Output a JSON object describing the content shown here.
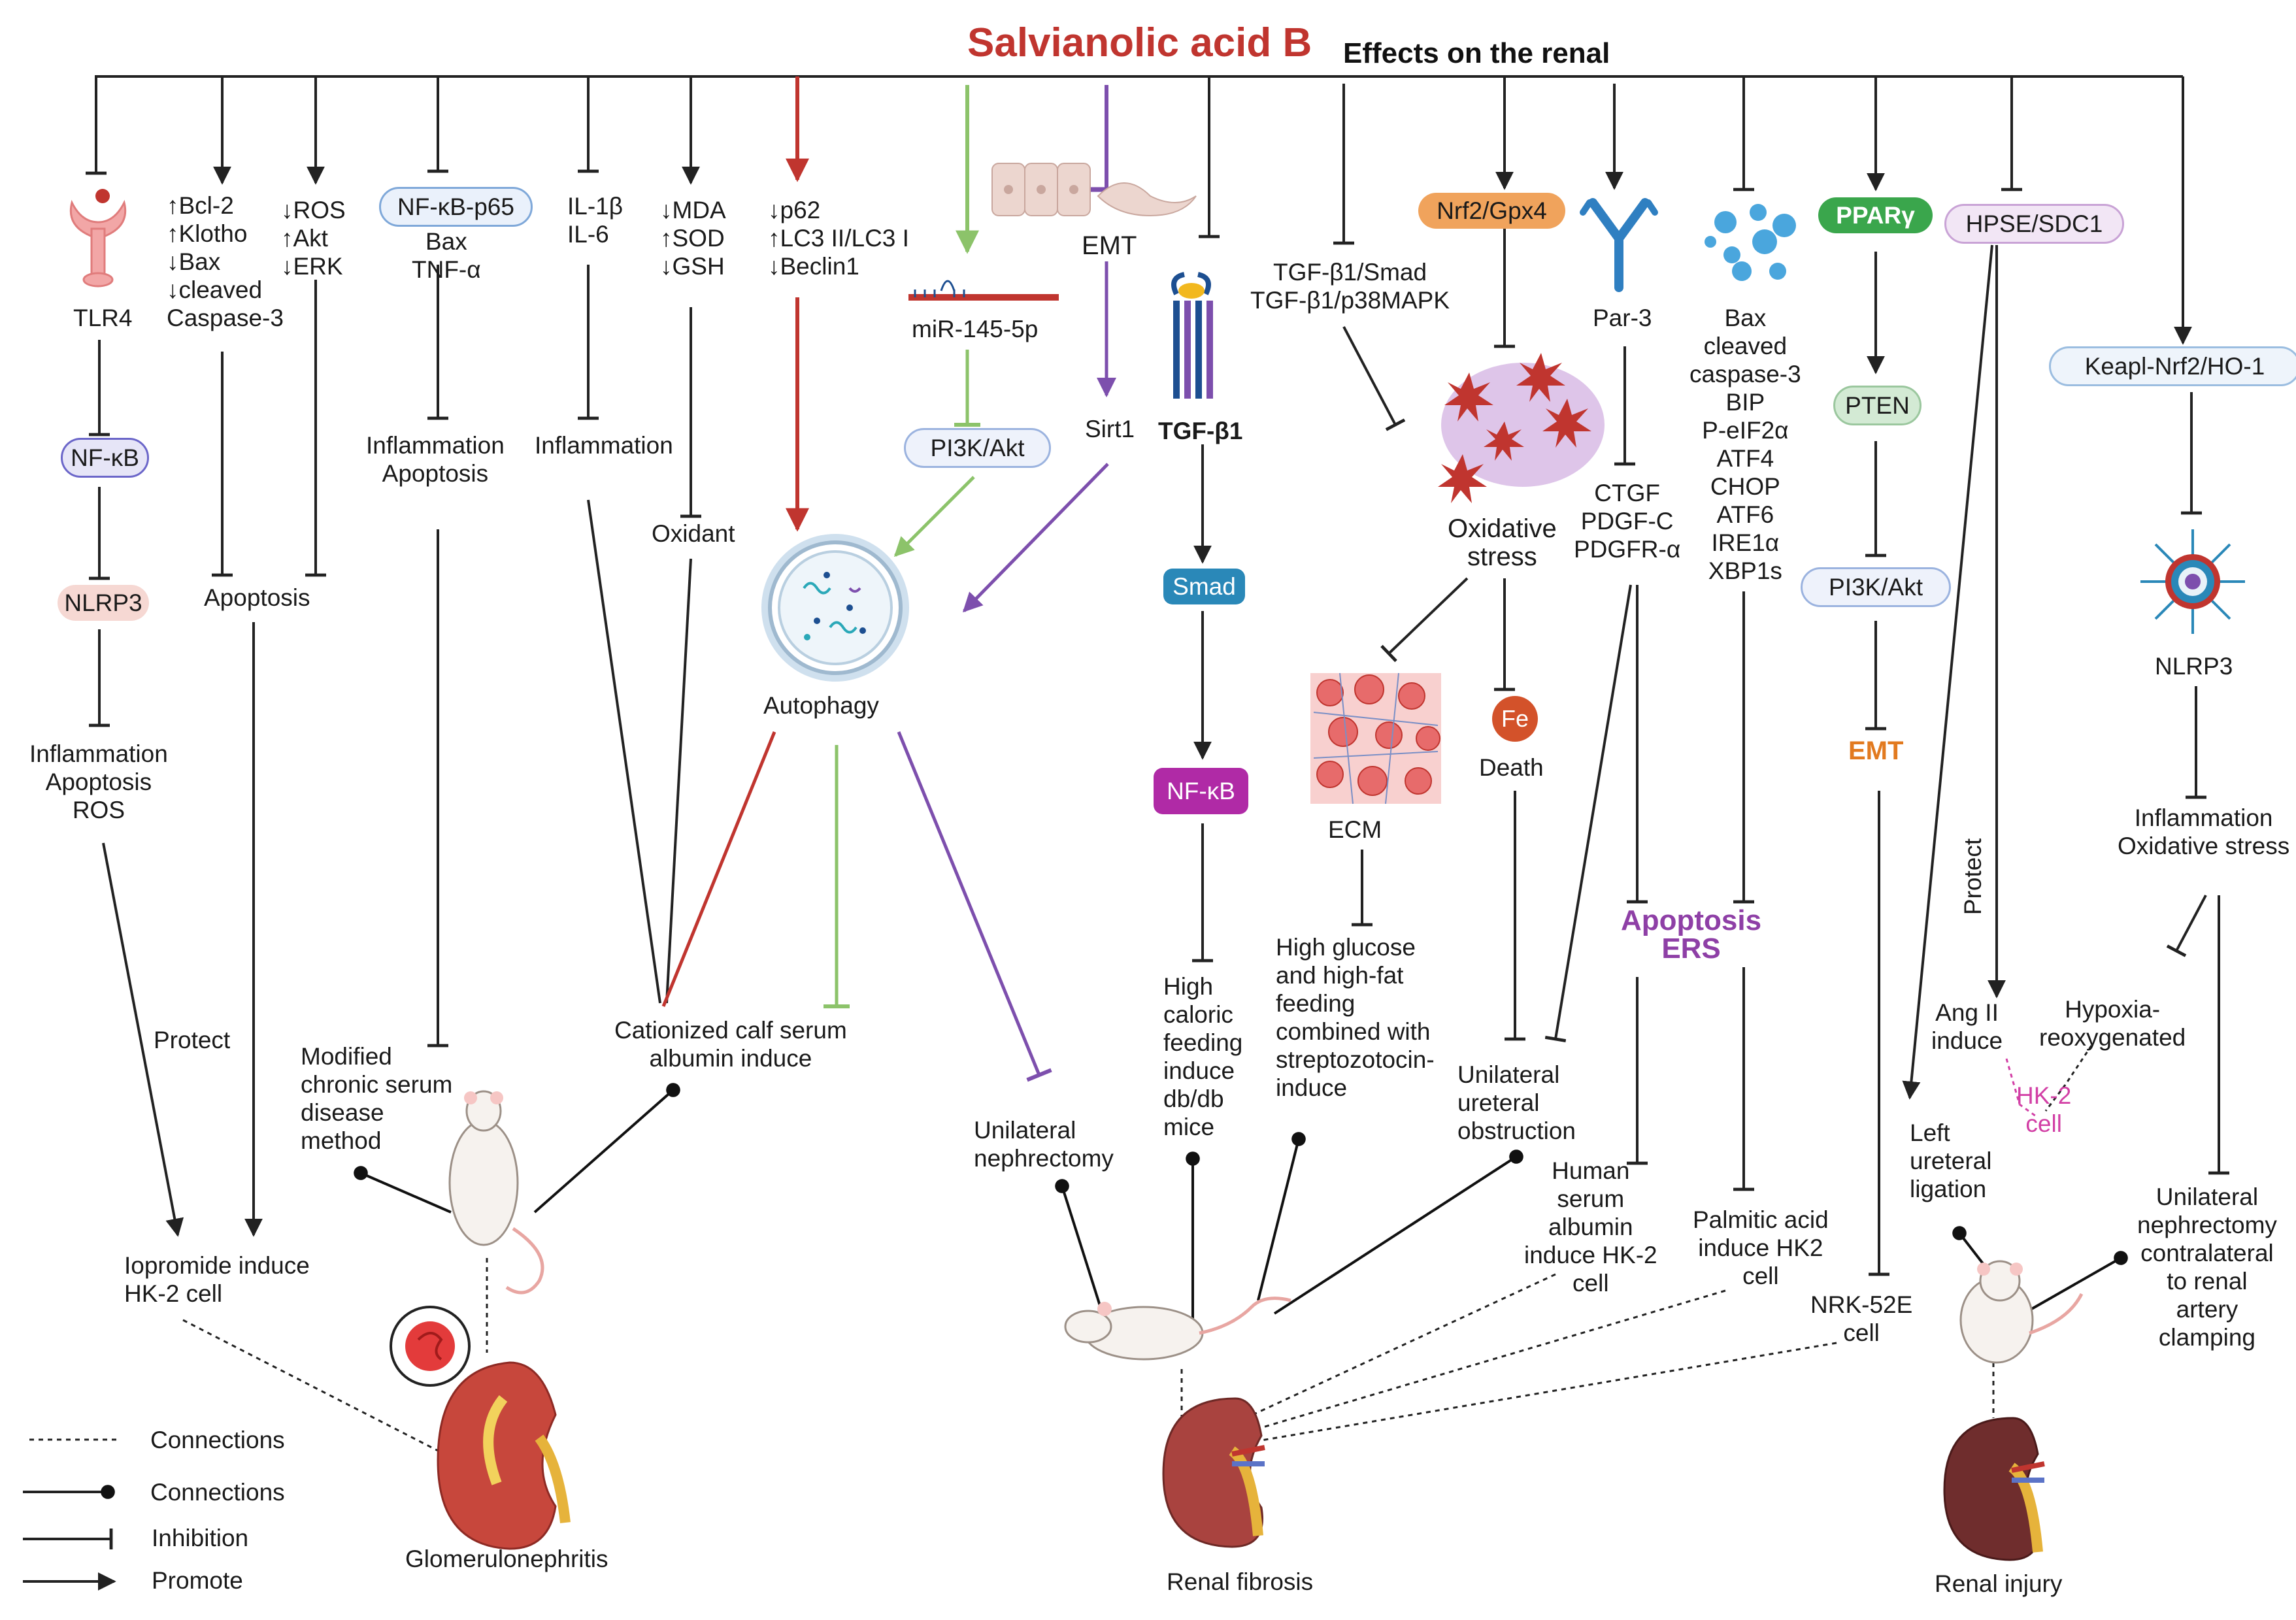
{
  "title": {
    "main": "Salvianolic acid B",
    "sub": "Effects on the renal"
  },
  "colors": {
    "red": "#c0352f",
    "green": "#8cc36a",
    "purple": "#7d4fad",
    "orange": "#e8913a",
    "blue": "#2f7fc1",
    "magenta": "#b02aa6",
    "teal": "#2a88b8",
    "pparg": "#3aa64c"
  },
  "col1": {
    "receptor": "TLR4",
    "nfkb": "NF-κB",
    "nlrp3": "NLRP3",
    "outcome": "Inflammation\nApoptosis\nROS",
    "protect": "Protect"
  },
  "col2": {
    "markers": "↑Bcl-2\n↑Klotho\n↓Bax\n↓cleaved\nCaspase-3"
  },
  "col3": {
    "markers": "↓ROS\n↑Akt\n↓ERK"
  },
  "apoptosis_shared": "Apoptosis",
  "iopromide": "Iopromide induce\nHK-2 cell",
  "col4": {
    "pill": "NF-κB-p65",
    "markers": "Bax\nTNF-α",
    "outcome": "Inflammation\nApoptosis"
  },
  "col5": {
    "markers": "IL-1β\nIL-6",
    "outcome": "Inflammation"
  },
  "col6": {
    "markers": "↓MDA\n↑SOD\n↓GSH",
    "outcome": "Oxidant"
  },
  "col7": {
    "markers": "↓p62\n↑LC3 II/LC3 I\n↓Beclin1"
  },
  "mir": {
    "label": "miR-145-5p",
    "pi3k": "PI3K/Akt"
  },
  "emt_col": {
    "emt": "EMT",
    "sirt1": "Sirt1"
  },
  "autophagy": "Autophagy",
  "modified": "Modified\nchronic serum\ndisease\nmethod",
  "cationized": "Cationized calf serum\nalbumin induce",
  "glomerulonephritis": "Glomerulonephritis",
  "unilateral_nephrectomy": "Unilateral\nnephrectomy",
  "tgf_col": {
    "tgfb1": "TGF-β1",
    "smad": "Smad",
    "nfkb": "NF-κB",
    "model": "High\ncaloric\nfeeding\ninduce\ndb/db\nmice"
  },
  "tgf_smad": "TGF-β1/Smad\nTGF-β1/p38MAPK",
  "nrf2_col": {
    "pill": "Nrf2/Gpx4",
    "oxidative": "Oxidative\nstress",
    "ecm": "ECM",
    "fe": "Fe",
    "death": "Death",
    "ecm_model": "High glucose\nand high-fat\nfeeding\ncombined with\nstreptozotocin-\ninduce",
    "uuo": "Unilateral\nureteral\nobstruction"
  },
  "par3_col": {
    "par3": "Par-3",
    "markers": "CTGF\nPDGF-C\nPDGFR-α"
  },
  "apoptosis_ers": "Apoptosis\nERS",
  "human_serum": "Human\nserum\nalbumin\ninduce HK-2\ncell",
  "ers_col": {
    "markers": "Bax\ncleaved\ncaspase-3\nBIP\nP-eIF2α\nATF4\nCHOP\nATF6\nIRE1α\nXBP1s",
    "palmitic": "Palmitic acid\ninduce HK2\ncell"
  },
  "renal_fibrosis": "Renal fibrosis",
  "ppar_col": {
    "pparg": "PPARγ",
    "pten": "PTEN",
    "pi3k": "PI3K/Akt",
    "emt": "EMT",
    "nrk": "NRK-52E\ncell"
  },
  "hpse_col": {
    "pill": "HPSE/SDC1",
    "protect": "Protect",
    "angii": "Ang II\ninduce",
    "hk2": "HK-2\ncell",
    "left_ureteral": "Left\nureteral\nligation"
  },
  "keap_col": {
    "pill": "Keapl-Nrf2/HO-1",
    "nlrp3": "NLRP3",
    "outcome": "Inflammation\nOxidative stress",
    "hypoxia": "Hypoxia-\nreoxygenated",
    "clamping": "Unilateral\nnephrectomy\ncontralateral\nto renal\nartery\nclamping"
  },
  "renal_injury": "Renal injury",
  "legend": {
    "dashed": "Connections",
    "dot": "Connections",
    "inhibition": "Inhibition",
    "promote": "Promote"
  }
}
